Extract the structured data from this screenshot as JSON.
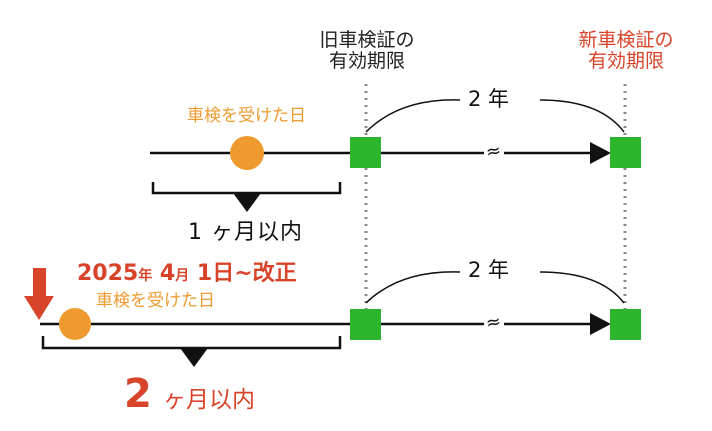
{
  "headers": {
    "old_line1": "旧車検証の",
    "old_line2": "有効期限",
    "new_line1": "新車検証の",
    "new_line2": "有効期限"
  },
  "top_row": {
    "interval_label": "2 年",
    "inspection_label": "車検を受けた日",
    "window_label": "1 ヶ月以内",
    "break_symbol": "≈"
  },
  "bottom_row": {
    "revision": {
      "year": "2025",
      "year_unit": "年",
      "month": "4",
      "month_unit": "月",
      "day": "1",
      "day_unit": "日~改正"
    },
    "interval_label": "2 年",
    "inspection_label": "車検を受けた日",
    "window_number": "2",
    "window_suffix": "ヶ月以内",
    "break_symbol": "≈"
  },
  "colors": {
    "green_box": "#2eb52e",
    "orange_dot": "#ef9a2e",
    "red_accent": "#d8442a",
    "line": "#111111",
    "dotted": "#8a8a8a"
  }
}
